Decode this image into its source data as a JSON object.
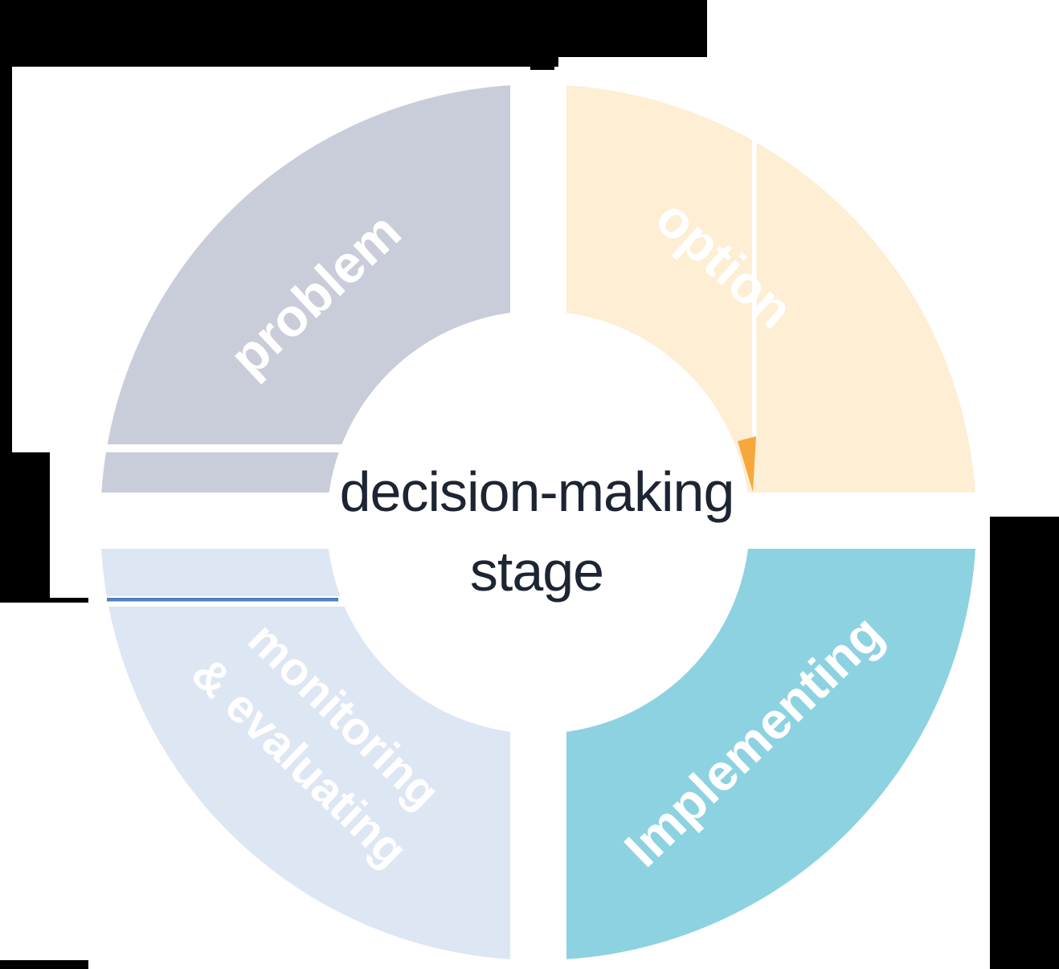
{
  "figure": {
    "title_semantic": "decision-making stage cycle diagram",
    "background_color": "#ffffff",
    "artifact_color": "#000000",
    "center_label": {
      "line1": "decision-making",
      "line2": "stage",
      "text_color": "#1d2533"
    },
    "segments": [
      {
        "id": "problem",
        "label": "problem",
        "color": "#c9cdd9",
        "label_color": "#ffffff",
        "position": "top-left"
      },
      {
        "id": "option",
        "label": "option",
        "color": "#fdeed4",
        "label_color": "#ffffff",
        "position": "top-right"
      },
      {
        "id": "implementing",
        "label": "Implementing",
        "color": "#8dd2e1",
        "label_color": "#ffffff",
        "position": "bottom-right"
      },
      {
        "id": "monitoring-evaluating",
        "label_lines": [
          "monitoring",
          "& evaluating"
        ],
        "color": "#dde6f3",
        "label_color": "#ffffff",
        "position": "bottom-left"
      }
    ],
    "divider_line_color": "#4f81bd",
    "wedge_color": "#f6a83c"
  }
}
